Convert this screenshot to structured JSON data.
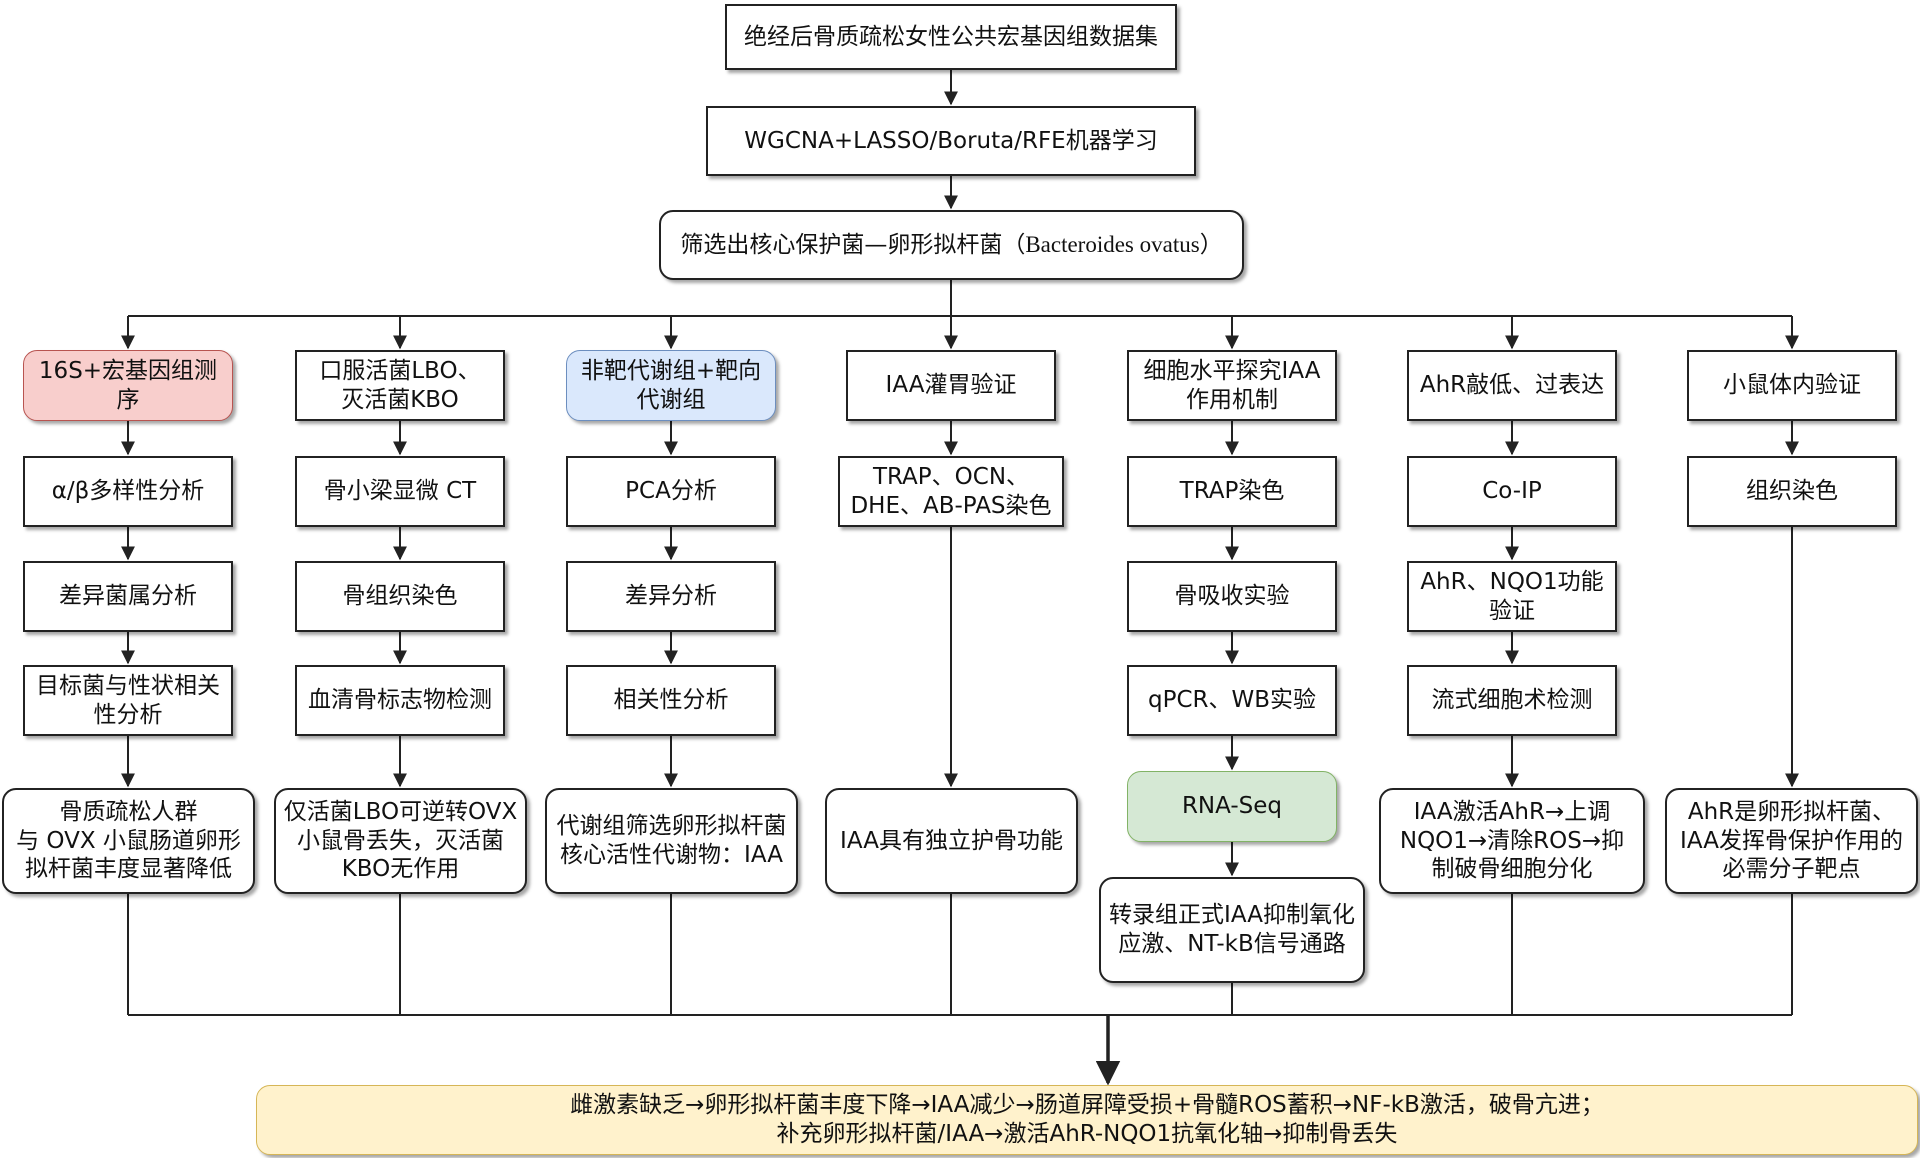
{
  "top": {
    "dataset": "绝经后骨质疏松女性公共宏基因组数据集",
    "ml": "WGCNA+LASSO/Boruta/RFE机器学习",
    "core_prefix": "筛选出核心保护菌—卵形拟杆菌（",
    "core_latin": "Bacteroides ovatus",
    "core_suffix": "）"
  },
  "columns": [
    {
      "head": "16S+宏基因组测序",
      "steps": [
        "α/β多样性分析",
        "差异菌属分析",
        "目标菌与性状相关\n性分析"
      ],
      "result": "骨质疏松人群\n与 OVX 小鼠肠道卵形\n拟杆菌丰度显著降低"
    },
    {
      "head": "口服活菌LBO、\n灭活菌KBO",
      "steps": [
        "骨小梁显微 CT",
        "骨组织染色",
        "血清骨标志物检测"
      ],
      "result": "仅活菌LBO可逆转OVX\n小鼠骨丢失，灭活菌\nKBO无作用"
    },
    {
      "head": "非靶代谢组+靶向\n代谢组",
      "steps": [
        "PCA分析",
        "差异分析",
        "相关性分析"
      ],
      "result": "代谢组筛选卵形拟杆菌\n核心活性代谢物：IAA"
    },
    {
      "head": "IAA灌胃验证",
      "steps": [
        "TRAP、OCN、\nDHE、AB-PAS染色"
      ],
      "result": "IAA具有独立护骨功能"
    },
    {
      "head": "细胞水平探究IAA\n作用机制",
      "steps": [
        "TRAP染色",
        "骨吸收实验",
        "qPCR、WB实验",
        "RNA-Seq"
      ],
      "result": "转录组正式IAA抑制氧化\n应激、NT-kB信号通路"
    },
    {
      "head": "AhR敲低、过表达",
      "steps": [
        "Co-IP",
        "AhR、NQO1功能\n验证",
        "流式细胞术检测"
      ],
      "result": "IAA激活AhR→上调\nNQO1→清除ROS→抑\n制破骨细胞分化"
    },
    {
      "head": "小鼠体内验证",
      "steps": [
        "组织染色"
      ],
      "result": "AhR是卵形拟杆菌、\nIAA发挥骨保护作用的\n必需分子靶点"
    }
  ],
  "conclusion": {
    "line1": "雌激素缺乏→卵形拟杆菌丰度下降→IAA减少→肠道屏障受损+骨髓ROS蓄积→NF-kB激活，破骨亢进；",
    "line2": "补充卵形拟杆菌/IAA→激活AhR-NQO1抗氧化轴→抑制骨丢失"
  },
  "colors": {
    "red_fill": "#f8cecc",
    "blue_fill": "#dae8fc",
    "green_fill": "#d5e8d4",
    "yellow_fill": "#fff2cc"
  }
}
